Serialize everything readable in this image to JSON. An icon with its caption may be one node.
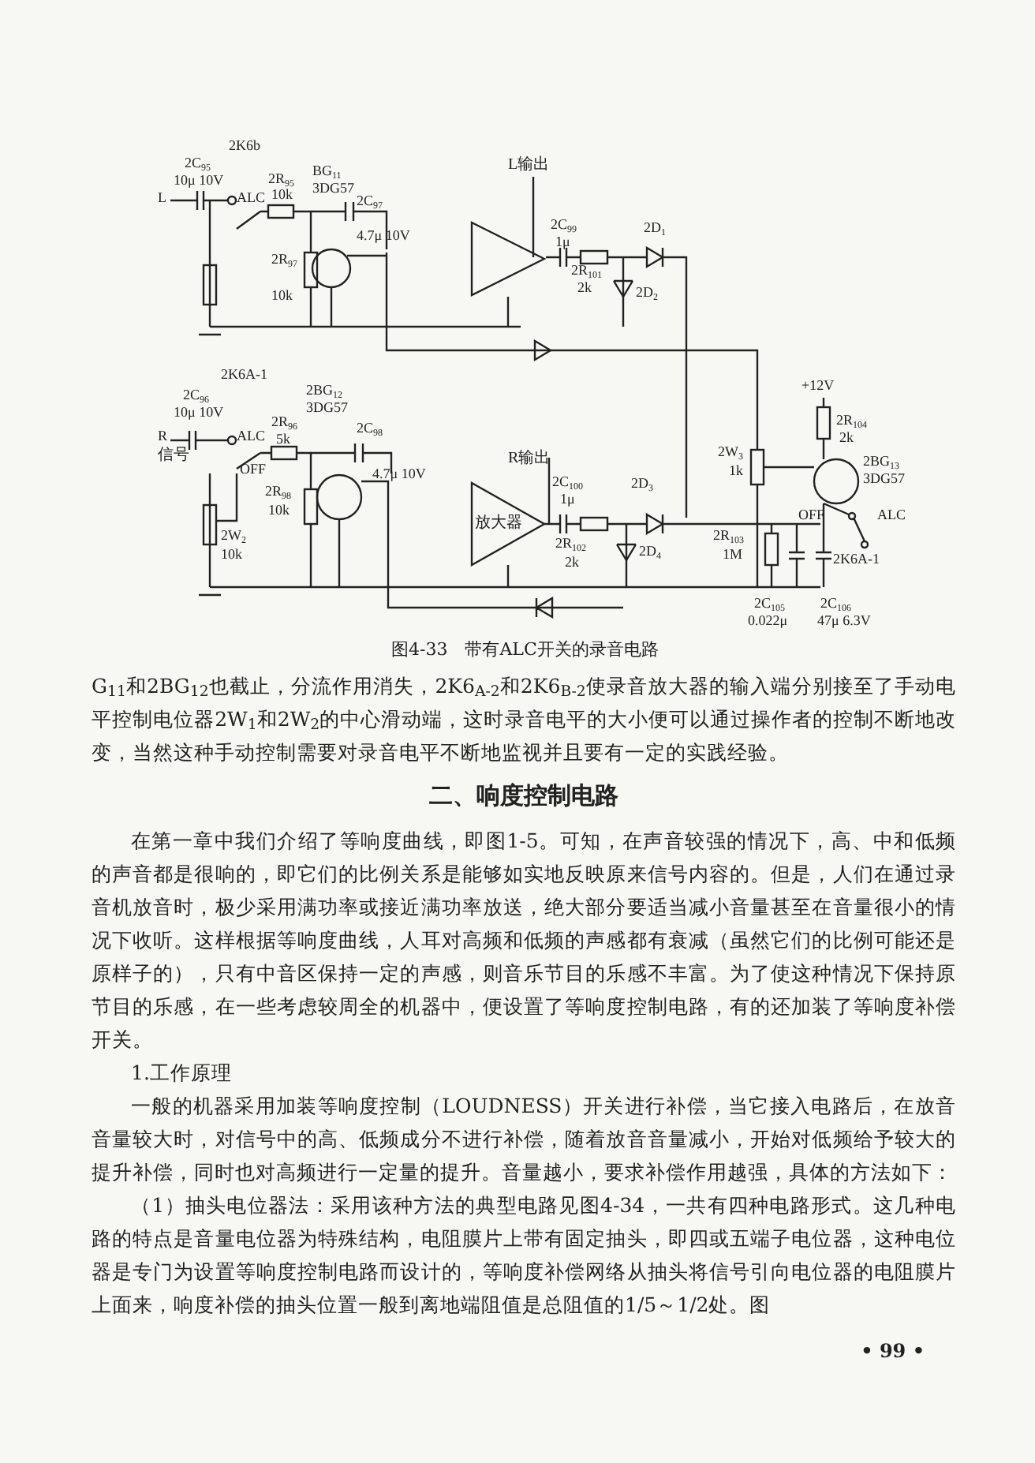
{
  "diagram": {
    "caption": "图4-33　带有ALC开关的录音电路",
    "nodes": [
      {
        "text": [],
        "shape": "triangle"
      },
      {
        "text": [
          "放大器"
        ]
      }
    ],
    "edges": [],
    "labels": [
      "2K6b",
      "2C$_{95}$",
      "10μ 10V",
      "L",
      "ALC",
      "2R$_{95}$",
      "10k",
      "BG$_{11}$",
      "3DG57",
      "2C$_{97}$",
      "4.7μ 10V",
      "L输出",
      "2C$_{99}$",
      "1μ",
      "2R$_{101}$",
      "2k",
      "2D$_{1}$",
      "2D$_{2}$",
      "2R$_{97}$",
      "10k",
      "2K6A-1",
      "2C$_{96}$",
      "10μ 10V",
      "R",
      "信号",
      "ALC",
      "OFF",
      "2BG$_{12}$",
      "3DG57",
      "2R$_{96}$",
      "5k",
      "2C$_{98}$",
      "4.7μ 10V",
      "2R$_{98}$",
      "10k",
      "2W$_{2}$",
      "10k",
      "R输出",
      "2C$_{100}$",
      "1μ",
      "2R$_{102}$",
      "2k",
      "2D$_{3}$",
      "2D$_{4}$",
      "+12V",
      "2R$_{104}$",
      "2k",
      "2W$_{3}$",
      "1k",
      "2BG$_{13}$",
      "3DG57",
      "OFF",
      "ALC",
      "2K6A-1",
      "2R$_{103}$",
      "1M",
      "2C$_{105}$",
      "0.022μ",
      "2C$_{106}$",
      "47μ 6.3V",
      "G$_{11}$和2BG$_{12}$也截止，分流作用消失，2K6$_{A-2}$和2K6$_{B-2}$使录音放大器的输入端分别接至了手动电平控制电位器2W$_{1}$和2W$_{2}$的中心滑动端，这时录音电平的大小便可以通过操作者的控制不断地改变，当然这种手动控制需要对录音电平不断地监视并且要有一定的实践经验。",
      "二、响度控制电路",
      "在第一章中我们介绍了等响度曲线，即图1-5。可知，在声音较强的情况下，高、中和低频的声音都是很响的，即它们的比例关系是能够如实地反映原来信号内容的。但是，人们在通过录音机放音时，极少采用满功率或接近满功率放送，绝大部分要适当减小音量甚至在音量很小的情况下收听。这样根据等响度曲线，人耳对高频和低频的声感都有衰减（虽然它们的比例可能还是原样子的），只有中音区保持一定的声感，则音乐节目的乐感不丰富。为了使这种情况下保持原节目的乐感，在一些考虑较周全的机器中，便设置了等响度控制电路，有的还加装了等响度补偿开关。",
      "1.工作原理",
      "一般的机器采用加装等响度控制（LOUDNESS）开关进行补偿，当它接入电路后，在放音音量较大时，对信号中的高、低频成分不进行补偿，随着放音音量减小，开始对低频给予较大的提升补偿，同时也对高频进行一定量的提升。音量越小，要求补偿作用越强，具体的方法如下：",
      "（1）抽头电位器法：采用该种方法的典型电路见图4-34，一共有四种电路形式。这几种电路的特点是音量电位器为特殊结构，电阻膜片上带有固定抽头，即四或五端子电位器，这种电位器是专门为设置等响度控制电路而设计的，等响度补偿网络从抽头将信号引向电位器的电阻膜片上面来，响度补偿的抽头位置一般到离地端阻值是总阻值的1/5～1/2处。图",
      "• 99 •"
    ]
  }
}
